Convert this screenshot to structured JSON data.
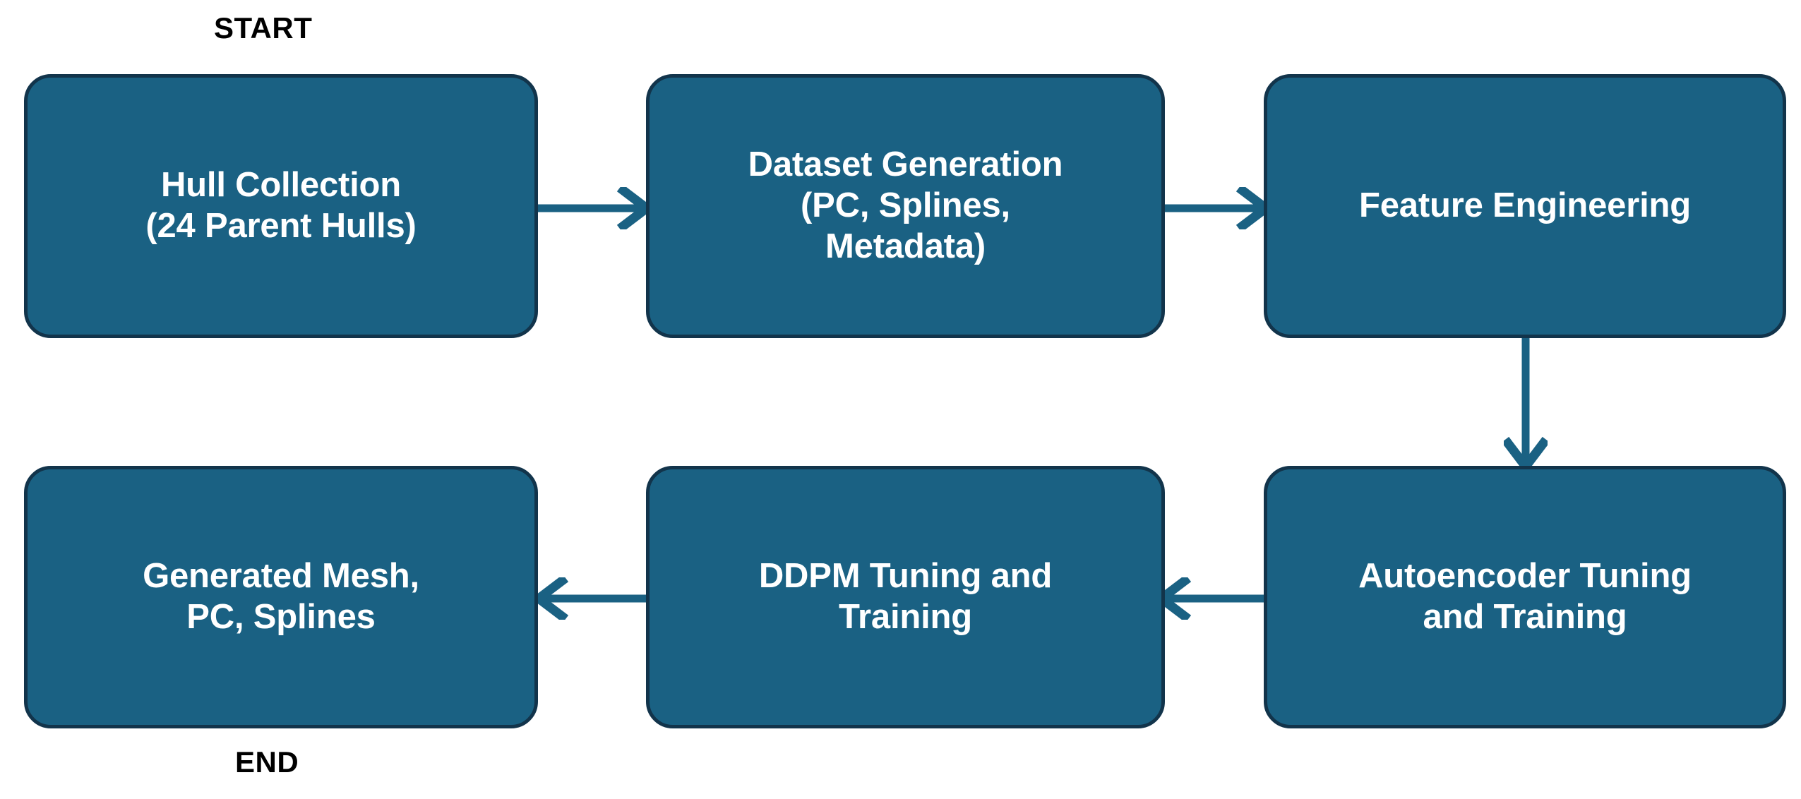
{
  "diagram": {
    "title": "Hull Generation Pipeline Flowchart",
    "background_color": "#FFFFFF",
    "node_fill_color": "#1A6183",
    "node_border_color": "#12344B",
    "node_text_color": "#FFFFFF",
    "connector_color": "#1A6183",
    "stage_label_color": "#000000"
  },
  "stage_labels": {
    "start": "START",
    "end": "END"
  },
  "nodes": [
    {
      "id": "hull-collection",
      "label": "Hull Collection\n(24 Parent Hulls)",
      "row": 1,
      "column": 1
    },
    {
      "id": "dataset-generation",
      "label": "Dataset Generation\n(PC, Splines,\nMetadata)",
      "row": 1,
      "column": 2
    },
    {
      "id": "feature-engineering",
      "label": "Feature Engineering",
      "row": 1,
      "column": 3
    },
    {
      "id": "generated-output",
      "label": "Generated Mesh,\nPC, Splines",
      "row": 2,
      "column": 1
    },
    {
      "id": "ddpm-training",
      "label": "DDPM Tuning and\nTraining",
      "row": 2,
      "column": 2
    },
    {
      "id": "autoencoder-training",
      "label": "Autoencoder Tuning\nand Training",
      "row": 2,
      "column": 3
    }
  ],
  "connectors": [
    {
      "id": "hull-to-dataset",
      "from": "hull-collection",
      "to": "dataset-generation",
      "direction": "right"
    },
    {
      "id": "dataset-to-feature",
      "from": "dataset-generation",
      "to": "feature-engineering",
      "direction": "right"
    },
    {
      "id": "feature-to-autoencoder",
      "from": "feature-engineering",
      "to": "autoencoder-training",
      "direction": "down"
    },
    {
      "id": "autoencoder-to-ddpm",
      "from": "autoencoder-training",
      "to": "ddpm-training",
      "direction": "left"
    },
    {
      "id": "ddpm-to-generated",
      "from": "ddpm-training",
      "to": "generated-output",
      "direction": "left"
    }
  ]
}
